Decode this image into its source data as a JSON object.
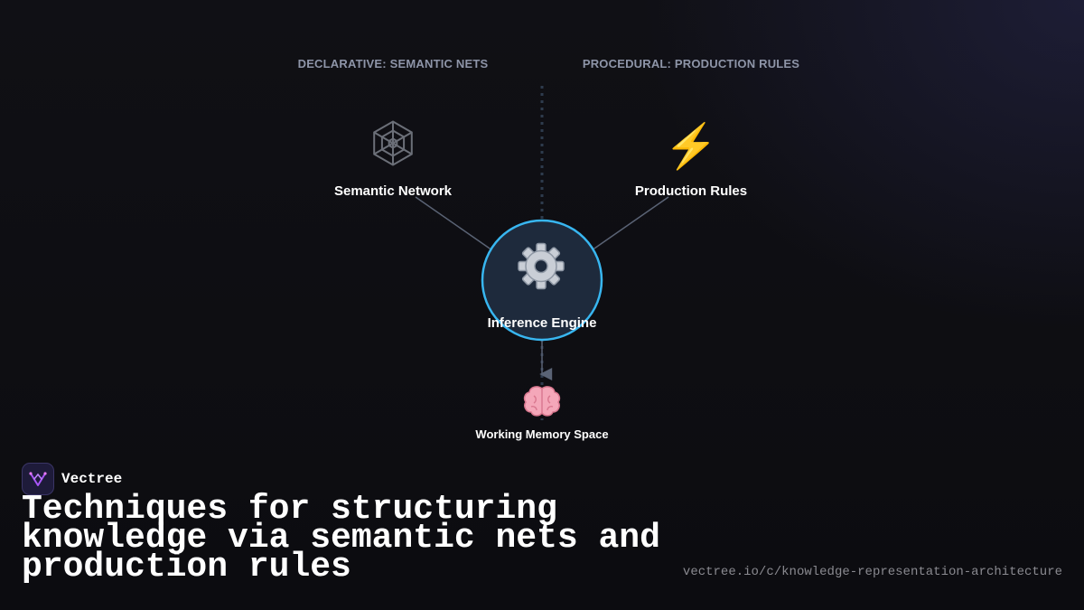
{
  "diagram": {
    "section_left": "DECLARATIVE: SEMANTIC NETS",
    "section_right": "PROCEDURAL: PRODUCTION RULES",
    "nodes": {
      "semantic_network": {
        "label": "Semantic Network",
        "icon": "spider-web-icon"
      },
      "production_rules": {
        "label": "Production Rules",
        "icon": "lightning-icon"
      },
      "inference_engine": {
        "label": "Inference Engine",
        "icon": "gear-icon"
      },
      "working_memory": {
        "label": "Working Memory Space",
        "icon": "brain-icon"
      }
    },
    "colors": {
      "engine_ring": "#38b6f0",
      "engine_fill": "#1e2a3c",
      "connector": "#5a6375",
      "divider": "#2e3b4d"
    }
  },
  "brand": {
    "name": "Vectree",
    "logo_icon": "vectree-logo-icon"
  },
  "headline": "Techniques for structuring knowledge via semantic nets and production rules",
  "url": "vectree.io/c/knowledge-representation-architecture"
}
